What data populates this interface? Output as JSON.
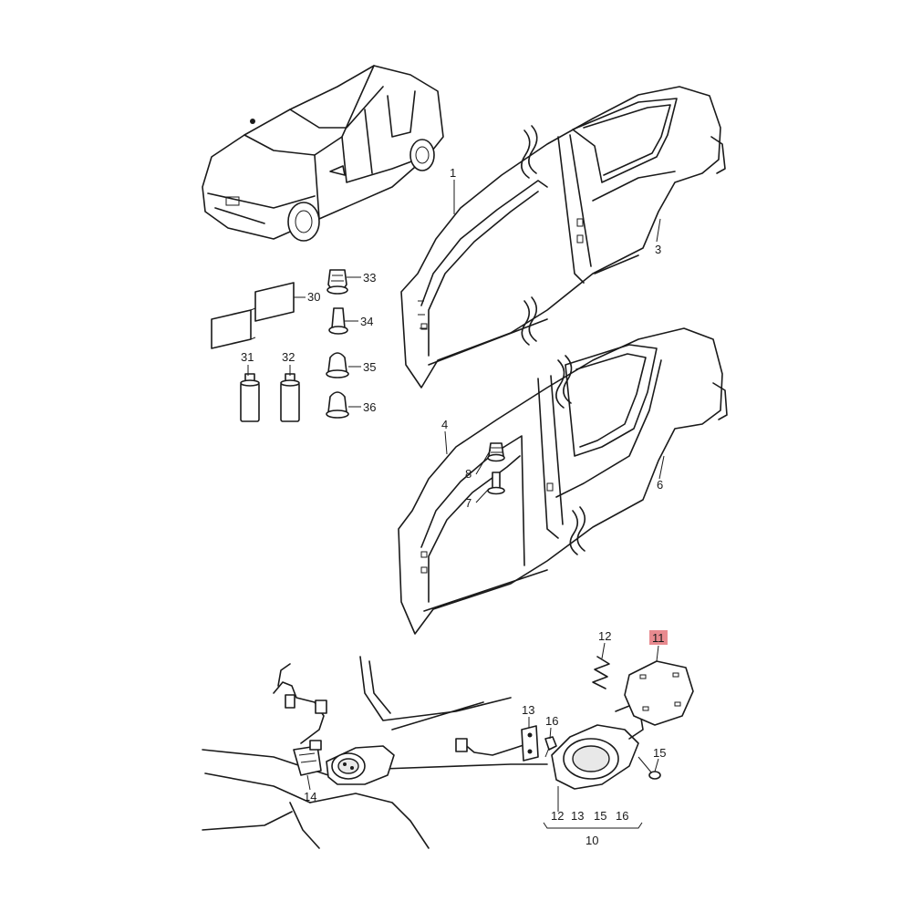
{
  "callouts": {
    "c1": "1",
    "c3": "3",
    "c4": "4",
    "c6": "6",
    "c7": "7",
    "c8": "8",
    "c30": "30",
    "c31": "31",
    "c32": "32",
    "c33": "33",
    "c34": "34",
    "c35": "35",
    "c36": "36",
    "c11": "11",
    "c12_top": "12",
    "c13": "13",
    "c14": "14",
    "c15": "15",
    "c16": "16",
    "c10": "10",
    "group_12": "12",
    "group_13": "13",
    "group_15": "15",
    "group_16": "16"
  },
  "colors": {
    "line": "#1a1a1a",
    "highlight": "#e88a8f",
    "background": "#ffffff"
  }
}
